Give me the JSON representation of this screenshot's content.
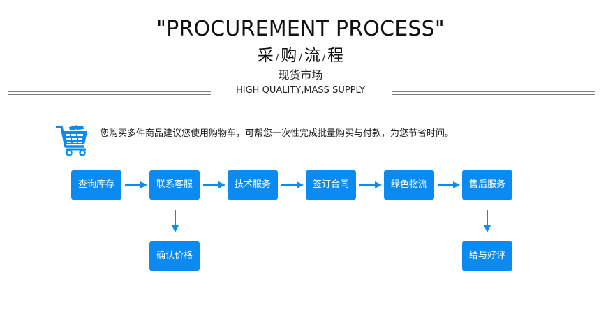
{
  "header": {
    "title_en": "\"PROCUREMENT PROCESS\"",
    "title_cn_parts": [
      "采",
      "购",
      "流",
      "程"
    ],
    "title_cn_separator": "/",
    "subtitle_cn": "现货市场",
    "tagline": "HIGH QUALITY,MASS SUPPLY"
  },
  "notice": {
    "icon": "shopping-cart-icon",
    "text": "您购买多件商品建议您使用购物车，可帮您一次性完成批量购买与付款，为您节省时间。"
  },
  "colors": {
    "accent": "#0b8bf1",
    "rule": "#808080",
    "text": "#222222"
  },
  "flow": {
    "main_steps": [
      {
        "label": "查询库存"
      },
      {
        "label": "联系客服"
      },
      {
        "label": "技术服务"
      },
      {
        "label": "签订合同"
      },
      {
        "label": "绿色物流"
      },
      {
        "label": "售后服务"
      }
    ],
    "branch_steps": [
      {
        "label": "确认价格",
        "from_step": 2
      },
      {
        "label": "给与好评",
        "from_step": 6
      }
    ]
  }
}
